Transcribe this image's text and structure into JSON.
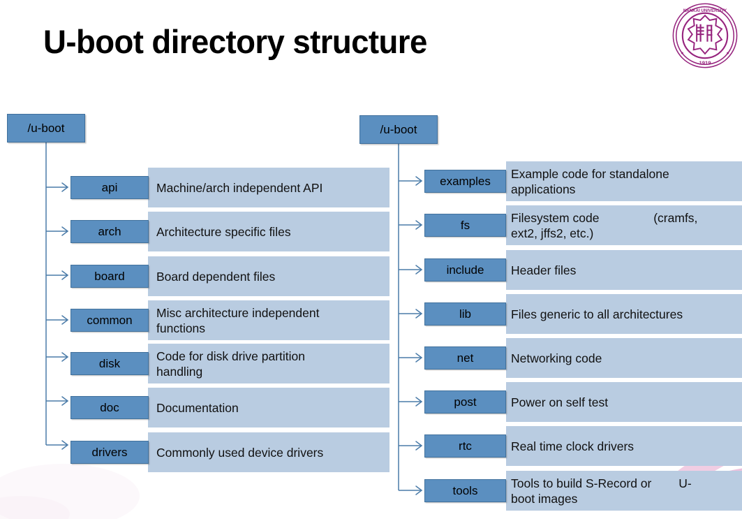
{
  "slide": {
    "title": "U-boot directory structure",
    "logo": {
      "name": "nankai-university-seal",
      "outer_text_top": "NANKAI UNIVERSITY",
      "year": "1919",
      "color": "#96247e"
    },
    "colors": {
      "tag_fill": "#5b8fc0",
      "tag_border": "#41719c",
      "panel_fill": "#b9cce1",
      "connector": "#4a7ba8",
      "text": "#111111",
      "background": "#ffffff"
    }
  },
  "columns": [
    {
      "id": "left",
      "root_label": "/u-boot",
      "rows": [
        {
          "tag": "api",
          "desc": "Machine/arch independent API"
        },
        {
          "tag": "arch",
          "desc": "Architecture specific files"
        },
        {
          "tag": "board",
          "desc": "Board dependent files"
        },
        {
          "tag": "common",
          "desc": "Misc architecture independent\nfunctions"
        },
        {
          "tag": "disk",
          "desc": "Code for disk drive partition\nhandling"
        },
        {
          "tag": "doc",
          "desc": "Documentation"
        },
        {
          "tag": "drivers",
          "desc": "Commonly used device drivers"
        }
      ]
    },
    {
      "id": "right",
      "root_label": "/u-boot",
      "rows": [
        {
          "tag": "examples",
          "desc": "Example code for standalone\napplications"
        },
        {
          "tag": "fs",
          "desc": "Filesystem code                (cramfs,\next2, jffs2, etc.)"
        },
        {
          "tag": "include",
          "desc": "Header files"
        },
        {
          "tag": "lib",
          "desc": "Files generic to all architectures"
        },
        {
          "tag": "net",
          "desc": "Networking code"
        },
        {
          "tag": "post",
          "desc": "Power on self test"
        },
        {
          "tag": "rtc",
          "desc": "Real time clock drivers"
        },
        {
          "tag": "tools",
          "desc": "Tools to build S-Record or        U-\nboot images"
        }
      ]
    }
  ]
}
